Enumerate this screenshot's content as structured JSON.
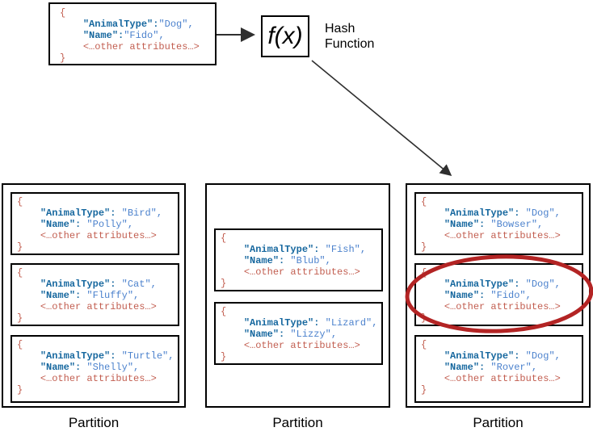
{
  "hash": {
    "formula": "f(x)",
    "caption_line1": "Hash",
    "caption_line2": "Function"
  },
  "source_record": {
    "animal_type": "Dog",
    "name": "Fido"
  },
  "partitions": [
    {
      "label": "Partition",
      "items": [
        {
          "animal_type": "Bird",
          "name": "Polly"
        },
        {
          "animal_type": "Cat",
          "name": "Fluffy"
        },
        {
          "animal_type": "Turtle",
          "name": "Shelly"
        }
      ]
    },
    {
      "label": "Partition",
      "items": [
        {
          "animal_type": "Fish",
          "name": "Blub"
        },
        {
          "animal_type": "Lizard",
          "name": "Lizzy"
        }
      ]
    },
    {
      "label": "Partition",
      "items": [
        {
          "animal_type": "Dog",
          "name": "Bowser"
        },
        {
          "animal_type": "Dog",
          "name": "Fido",
          "highlighted": true
        },
        {
          "animal_type": "Dog",
          "name": "Rover"
        }
      ]
    }
  ],
  "code_tokens": {
    "quote": "\"",
    "animal_type_key": "AnimalType",
    "name_key": "Name",
    "colon": ":",
    "colon_space": ": ",
    "comma": ",",
    "brace_open": "{",
    "brace_close": "}",
    "indent": "    ",
    "other_attributes": "<…other attributes…>"
  },
  "colors": {
    "json_key": "#17689f",
    "json_value": "#4c82cd",
    "json_punctuation": "#c25e50",
    "highlight_circle": "#b32424",
    "arrow": "#2f2f2f",
    "border": "#000000"
  }
}
